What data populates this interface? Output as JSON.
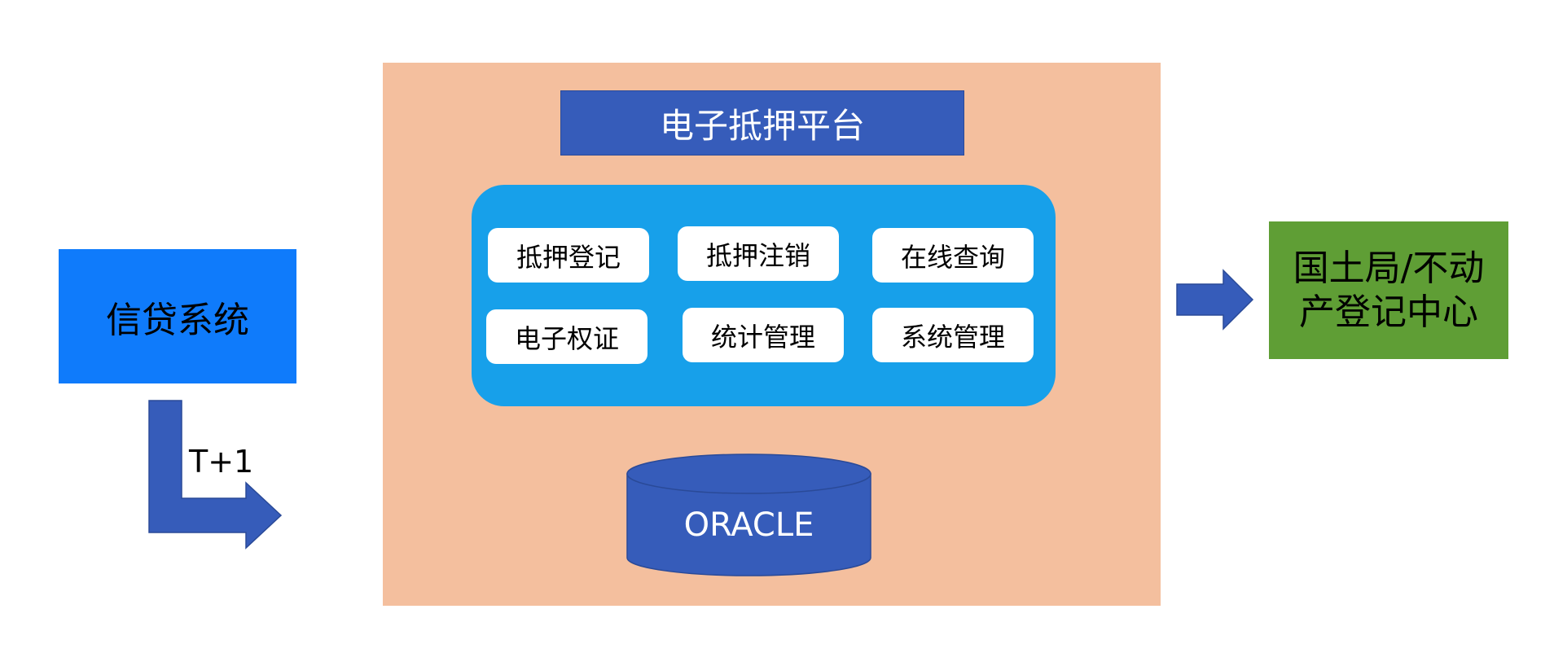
{
  "source_system": {
    "label": "信贷系统"
  },
  "flow": {
    "schedule_label": "T+1"
  },
  "platform": {
    "title": "电子抵押平台",
    "modules": [
      "抵押登记",
      "抵押注销",
      "在线查询",
      "电子权证",
      "统计管理",
      "系统管理"
    ],
    "database": "ORACLE"
  },
  "destination": {
    "line1": "国土局/不动",
    "line2": "产登记中心"
  },
  "colors": {
    "source_fill": "#0f7bfb",
    "platform_fill": "#f4bf9e",
    "title_fill": "#365cba",
    "module_panel_fill": "#17a0ea",
    "module_fill": "#ffffff",
    "database_fill": "#365cba",
    "arrow_fill": "#365cba",
    "destination_fill": "#5f9e35"
  },
  "icons": {
    "bent_arrow": "bent-arrow-icon",
    "right_arrow": "right-arrow-icon",
    "database": "database-cylinder-icon"
  }
}
